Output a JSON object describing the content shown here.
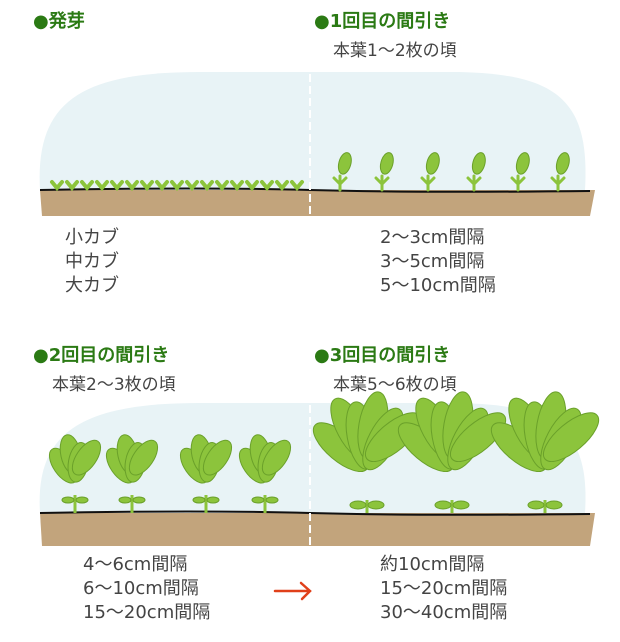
{
  "stages": [
    {
      "title": "●発芽",
      "subtitle": ""
    },
    {
      "title": "●1回目の間引き",
      "subtitle": "本葉1～2枚の頃"
    },
    {
      "title": "●2回目の間引き",
      "subtitle": "本葉2～3枚の頃"
    },
    {
      "title": "●3回目の間引き",
      "subtitle": "本葉5～6枚の頃"
    }
  ],
  "varieties": [
    "小カブ",
    "中カブ",
    "大カブ"
  ],
  "spacing_first": [
    "2～3cm間隔",
    "3～5cm間隔",
    "5～10cm間隔"
  ],
  "spacing_second": [
    "4～6cm間隔",
    "6～10cm間隔",
    "15～20cm間隔"
  ],
  "spacing_third": [
    "約10cm間隔",
    "15～20cm間隔",
    "30～40cm間隔"
  ],
  "colors": {
    "heading": "#2b7a14",
    "tunnel": "#e8f3f6",
    "soil": "#c2a47c",
    "leaf": "#8cc43c",
    "leaf_edge": "#6aa02a",
    "arrow": "#e0401a"
  }
}
